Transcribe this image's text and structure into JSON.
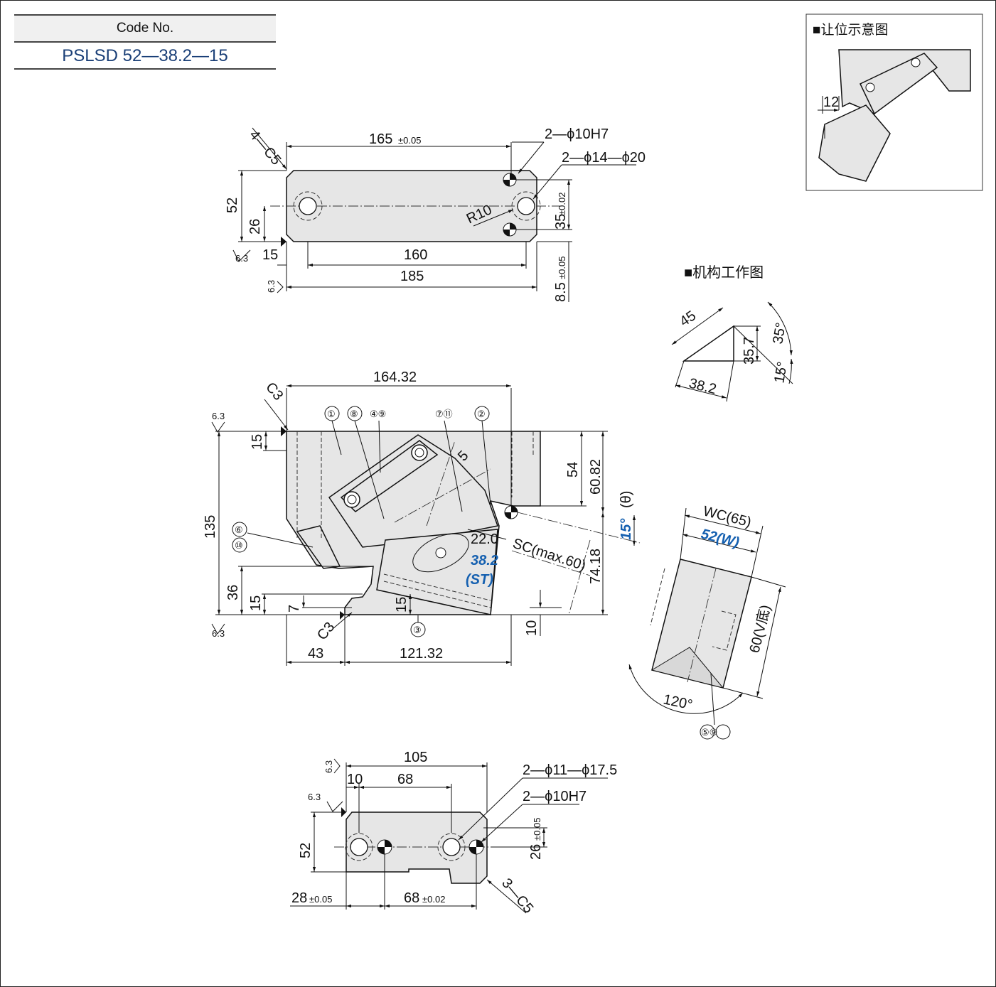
{
  "code": {
    "label": "Code No.",
    "value": "PSLSD 52—38.2—15"
  },
  "inset_title": "■让位示意图",
  "mech_title": "■机构工作图",
  "top_view": {
    "chamfer": "4—C5",
    "d165": "165",
    "d165_tol": "±0.05",
    "hole_a": "2—ϕ10H7",
    "hole_b": "2—ϕ14—ϕ20",
    "d52": "52",
    "d26": "26",
    "d15": "15",
    "d160": "160",
    "d185": "185",
    "r10": "R10",
    "d35": "35",
    "d35_tol": "±0.02",
    "d8_5": "8.5",
    "d8_5_tol": "±0.05",
    "rough": "6.3"
  },
  "front_view": {
    "c3": "C3",
    "d164": "164.32",
    "d135": "135",
    "d15a": "15",
    "d54": "54",
    "d60_82": "60.82",
    "angle": "15°",
    "theta": "(θ)",
    "d22": "22.0",
    "sc": "SC(max.60)",
    "d74": "74.18",
    "st": "38.2",
    "st_lbl": "(ST)",
    "d36": "36",
    "d15b": "15",
    "d7": "7",
    "d15c": "15",
    "d10": "10",
    "c3b": "C3",
    "d43": "43",
    "d121": "121.32",
    "rough": "6.3",
    "parts": [
      "①",
      "⑧",
      "④⑨",
      "⑦⑪",
      "②",
      "⑥",
      "⑩",
      "③"
    ]
  },
  "bottom_view": {
    "d105": "105",
    "d10": "10",
    "d68": "68",
    "hole_a": "2—ϕ11—ϕ17.5",
    "hole_b": "2—ϕ10H7",
    "d52": "52",
    "d26": "26",
    "d26_tol": "±0.05",
    "d28": "28",
    "d28_tol": "±0.05",
    "d68b": "68",
    "d68b_tol": "±0.02",
    "chamfer": "3—C5",
    "rough": "6.3"
  },
  "mech": {
    "d45": "45",
    "d35_7": "35.7",
    "d38_2": "38.2",
    "a35": "35°",
    "a15": "15°"
  },
  "side_view": {
    "wc": "WC(65)",
    "w": "52(W)",
    "v": "60(V底)",
    "a120": "120°",
    "parts": "⑤⑨"
  },
  "inset": {
    "d12": "12"
  }
}
